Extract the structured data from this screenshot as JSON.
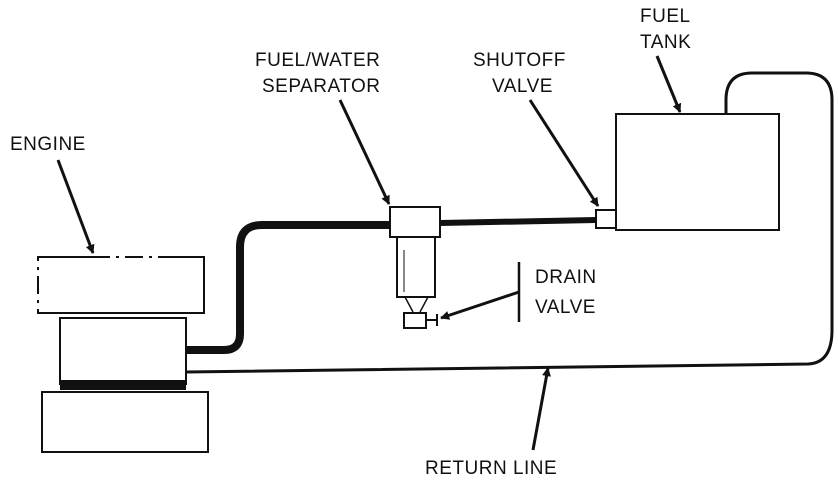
{
  "labels": {
    "engine": "ENGINE",
    "separator_line1": "FUEL/WATER",
    "separator_line2": "SEPARATOR",
    "shutoff_line1": "SHUTOFF",
    "shutoff_line2": "VALVE",
    "tank_line1": "FUEL",
    "tank_line2": "TANK",
    "drain_line1": "DRAIN",
    "drain_line2": "VALVE",
    "return": "RETURN LINE"
  },
  "colors": {
    "ink": "#111111",
    "background": "#ffffff"
  }
}
